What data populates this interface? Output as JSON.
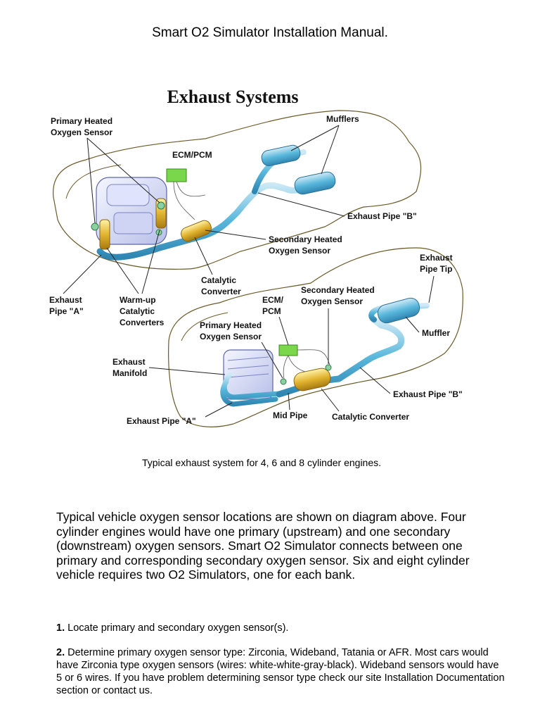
{
  "document": {
    "title": "Smart O2 Simulator Installation Manual.",
    "caption": "Typical exhaust system for 4, 6 and 8 cylinder engines.",
    "intro": "Typical vehicle oxygen sensor locations are shown on diagram above. Four cylinder engines would have one primary (upstream) and one secondary (downstream) oxygen sensors. Smart O2 Simulator connects between one primary and corresponding secondary oxygen sensor. Six and eight cylinder vehicle requires two O2 Simulators, one for each bank.",
    "steps": [
      {
        "number": "1.",
        "text": "Locate primary and secondary oxygen sensor(s)."
      },
      {
        "number": "2.",
        "text": "Determine primary oxygen sensor type: Zirconia, Wideband, Tatania or AFR. Most cars would have Zirconia type oxygen sensors (wires: white-white-gray-black). Wideband sensors would have 5 or 6 wires. If you have problem determining sensor type check our site Installation Documentation section or contact us."
      }
    ]
  },
  "diagram": {
    "heading": "Exhaust Systems",
    "top": {
      "primary_sensor": [
        "Primary Heated",
        "Oxygen Sensor"
      ],
      "ecm": "ECM/PCM",
      "mufflers": "Mufflers",
      "pipe_b": "Exhaust Pipe \"B\"",
      "secondary_sensor": [
        "Secondary Heated",
        "Oxygen Sensor"
      ],
      "catalytic": [
        "Catalytic",
        "Converter"
      ],
      "pipe_a": [
        "Exhaust",
        "Pipe \"A\""
      ],
      "warmup": [
        "Warm-up",
        "Catalytic",
        "Converters"
      ]
    },
    "bottom": {
      "pipe_tip": [
        "Exhaust",
        "Pipe Tip"
      ],
      "secondary_sensor": [
        "Secondary Heated",
        "Oxygen Sensor"
      ],
      "ecm": [
        "ECM/",
        "PCM"
      ],
      "primary_sensor": [
        "Primary Heated",
        "Oxygen Sensor"
      ],
      "muffler": "Muffler",
      "manifold": [
        "Exhaust",
        "Manifold"
      ],
      "pipe_b": "Exhaust Pipe \"B\"",
      "pipe_a": "Exhaust Pipe \"A\"",
      "mid_pipe": "Mid Pipe",
      "catalytic": "Catalytic Converter"
    }
  }
}
